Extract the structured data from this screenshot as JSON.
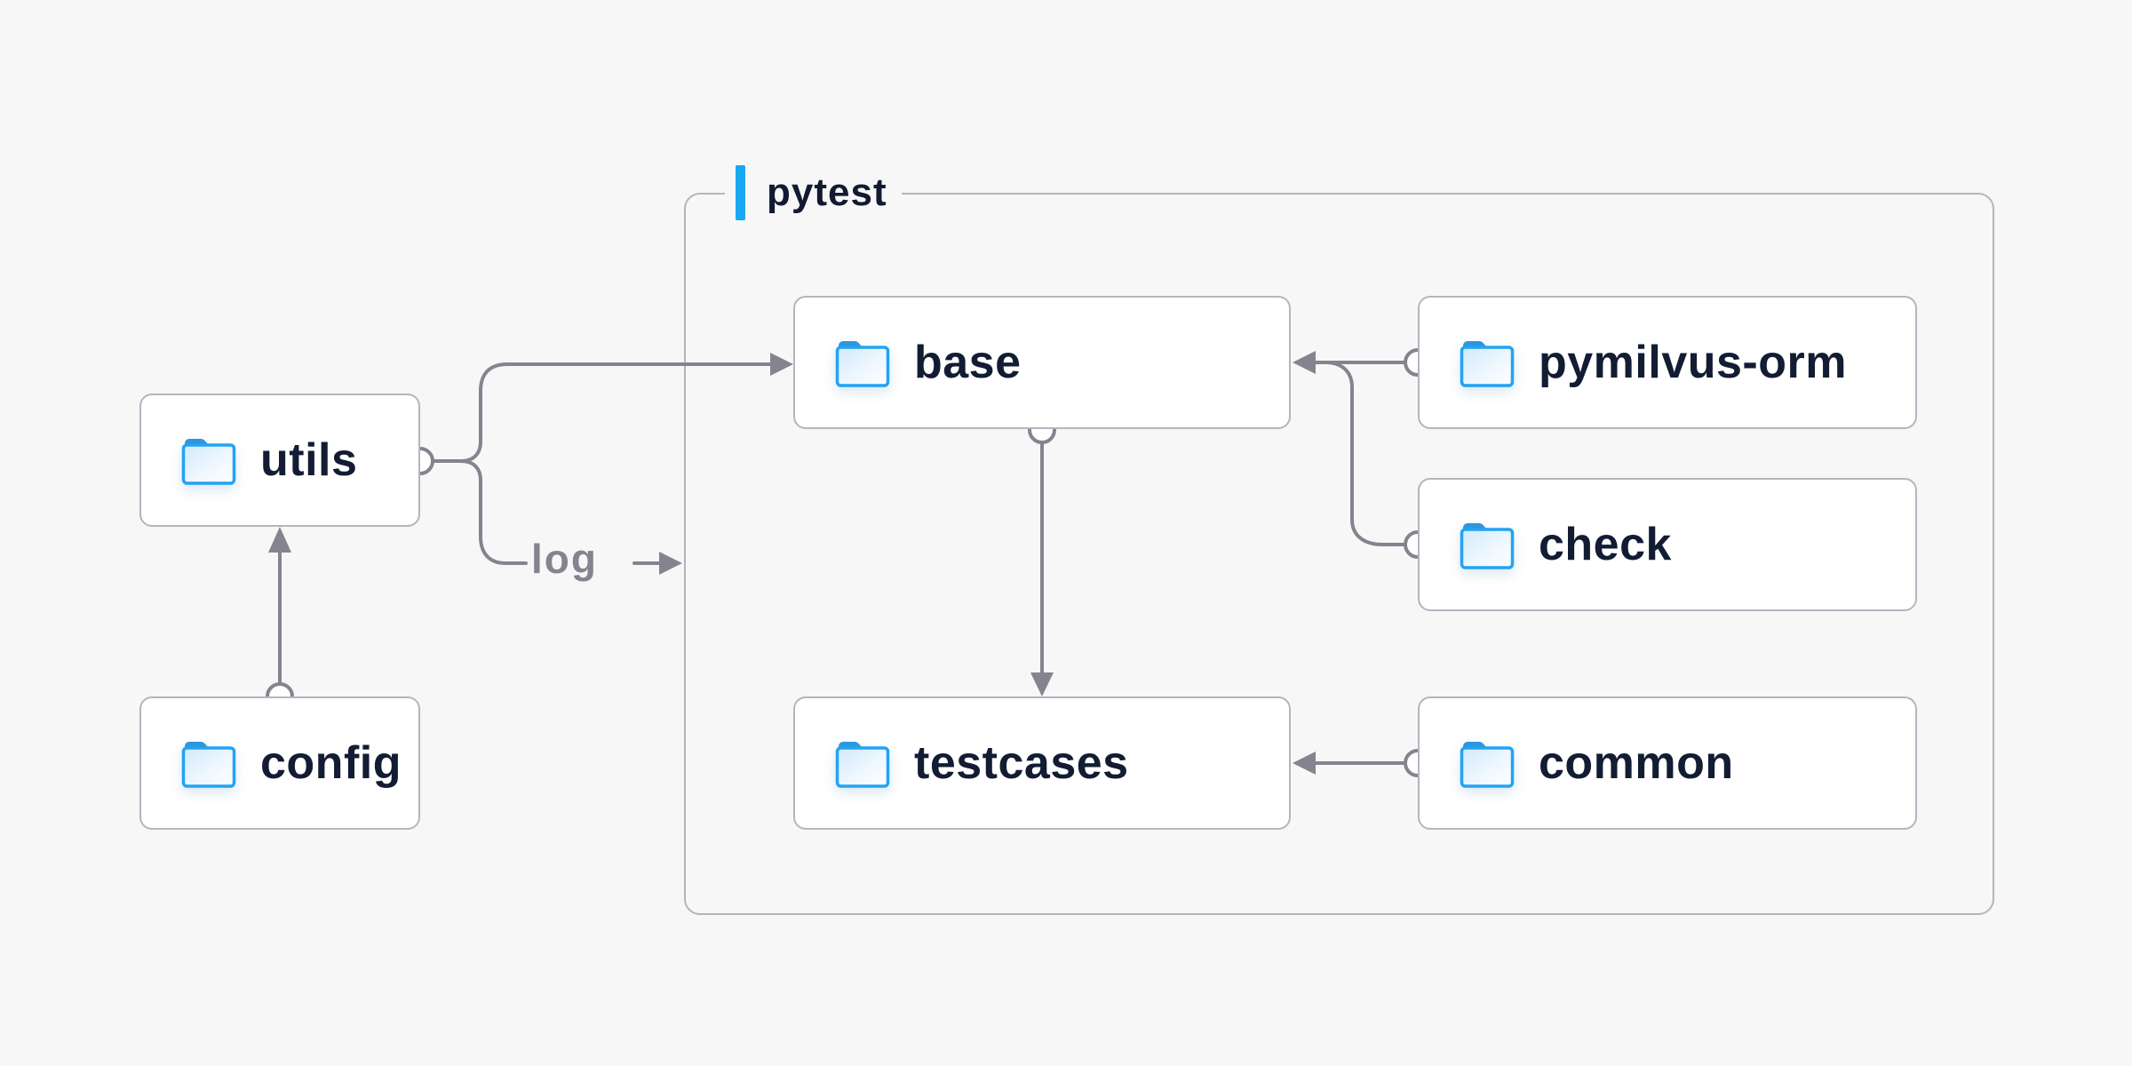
{
  "diagram": {
    "container": {
      "label": "pytest"
    },
    "nodes": {
      "utils": {
        "label": "utils",
        "icon": "folder-icon"
      },
      "config": {
        "label": "config",
        "icon": "folder-icon"
      },
      "base": {
        "label": "base",
        "icon": "folder-icon"
      },
      "pymilvus": {
        "label": "pymilvus-orm",
        "icon": "folder-icon"
      },
      "check": {
        "label": "check",
        "icon": "folder-icon"
      },
      "testcases": {
        "label": "testcases",
        "icon": "folder-icon"
      },
      "common": {
        "label": "common",
        "icon": "folder-icon"
      }
    },
    "edges": [
      {
        "from": "config",
        "to": "utils",
        "label": ""
      },
      {
        "from": "utils",
        "to": "base",
        "label": ""
      },
      {
        "from": "utils",
        "to": "pytest-container",
        "label": "log"
      },
      {
        "from": "pymilvus-orm",
        "to": "base",
        "label": ""
      },
      {
        "from": "check",
        "to": "base",
        "label": ""
      },
      {
        "from": "base",
        "to": "testcases",
        "label": ""
      },
      {
        "from": "common",
        "to": "testcases",
        "label": ""
      }
    ],
    "colors": {
      "background": "#f7f7f8",
      "node_fill": "#ffffff",
      "node_border": "#b5b5c0",
      "container_border": "#b5b5c0",
      "connector": "#84848e",
      "accent_blue": "#18a7f1",
      "label_text": "#121c33",
      "edge_label_text": "#84848e",
      "folder_blue": "#23a3f2",
      "folder_tab_blue": "#2d96de"
    }
  }
}
